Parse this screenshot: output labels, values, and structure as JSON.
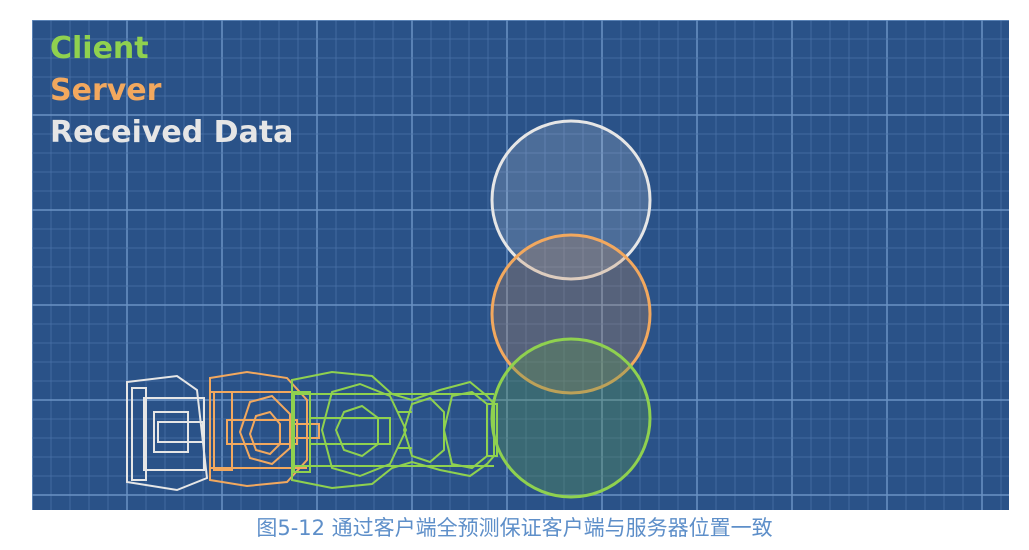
{
  "legend": {
    "client": {
      "label": "Client",
      "color": "#8fd14f"
    },
    "server": {
      "label": "Server",
      "color": "#f2a85e"
    },
    "received": {
      "label": "Received Data",
      "color": "#e6e6e6"
    }
  },
  "caption": "图5-12 通过客户端全预测保证客户端与服务器位置一致",
  "colors": {
    "background": "#2a5288",
    "grid_minor": "#4a72a8",
    "grid_major": "#6a92c4"
  }
}
